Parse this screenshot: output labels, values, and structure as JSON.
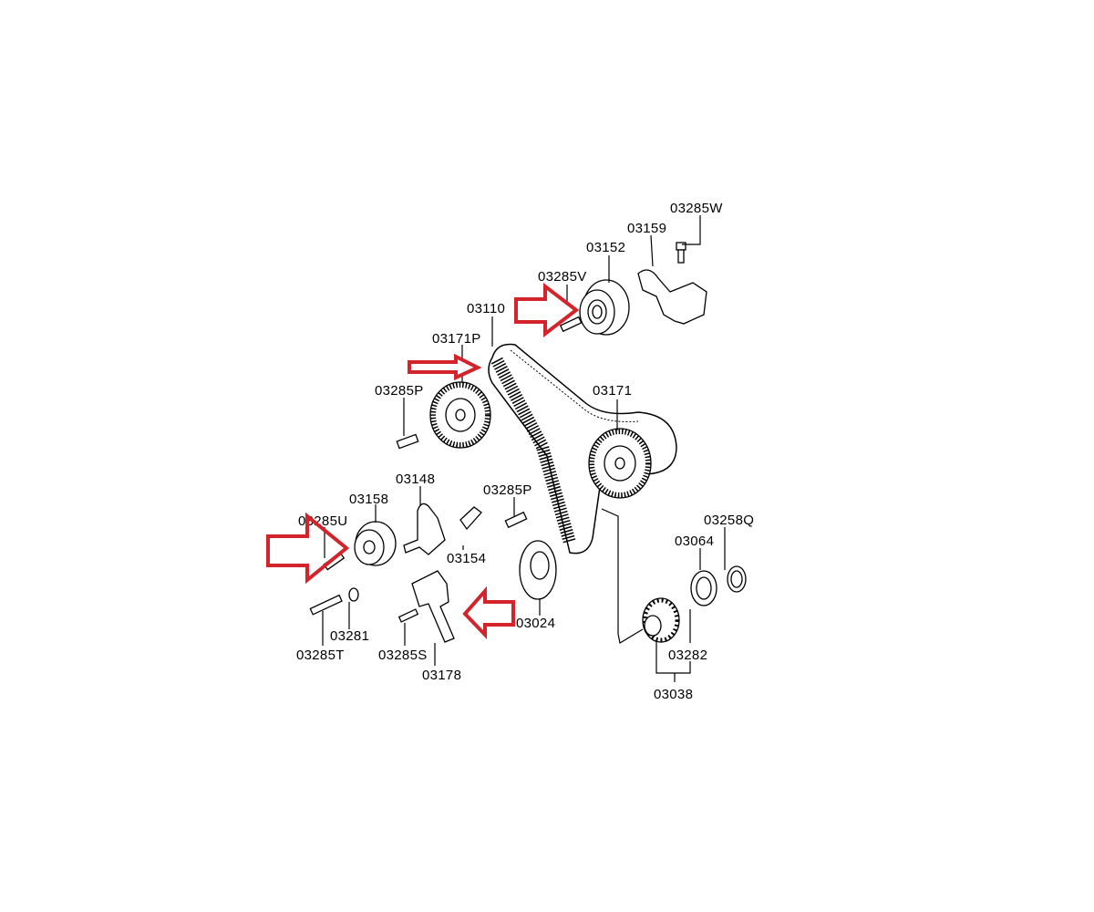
{
  "diagram": {
    "type": "timing belt parts diagram",
    "labels": {
      "p03285W": "03285W",
      "p03159": "03159",
      "p03152": "03152",
      "p03285V": "03285V",
      "p03110": "03110",
      "p03171P": "03171P",
      "p03285R": "03285P",
      "p03171": "03171",
      "p03148": "03148",
      "p03158": "03158",
      "p03285P": "03285P",
      "p03285U": "03285U",
      "p03154": "03154",
      "p03258Q": "03258Q",
      "p03064": "03064",
      "p03281": "03281",
      "p03024": "03024",
      "p03285T": "03285T",
      "p03285S": "03285S",
      "p03282": "03282",
      "p03178": "03178",
      "p03038": "03038"
    },
    "highlight_color": "#d3242b",
    "highlight_arrows": [
      "idler-pulley-03152",
      "timing-belt-03110",
      "tensioner-pulley-03158",
      "tensioner-arm-03178"
    ]
  }
}
